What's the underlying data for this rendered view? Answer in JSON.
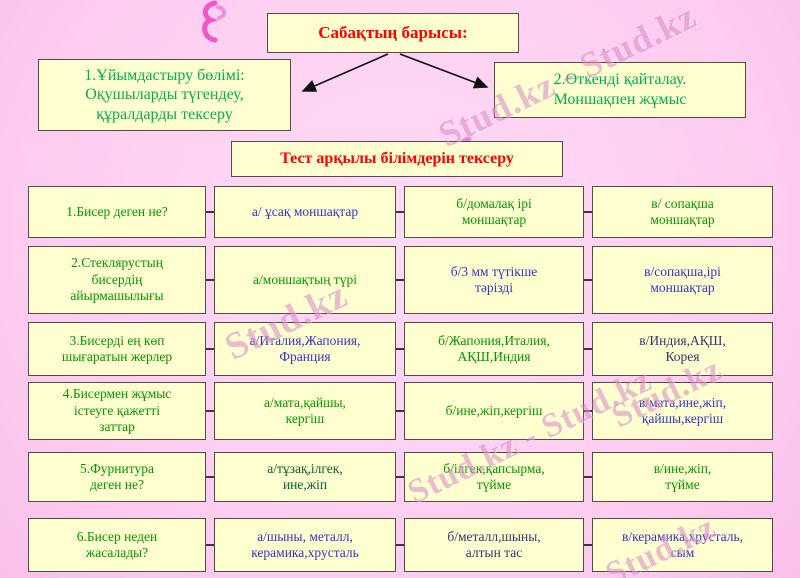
{
  "slide": {
    "title": "Сабақтың барысы:",
    "branch_left": "1.Ұйымдастыру бөлімі:\nОқушыларды түгендеу,\nқұралдарды тексеру",
    "branch_right": "2.Өткенді қайталау.\nМоншақпен жұмыс",
    "test_title": "Тест арқылы білімдерін тексеру"
  },
  "watermarks": {
    "w1": "Stud.kz - Stud.kz",
    "w2": "Stud.kz",
    "w3": "Stud.kz",
    "w4": "Stud.kz - Stud.kz",
    "w5": "Stud.kz"
  },
  "palette": {
    "background": "#fdccf0",
    "box_fill": "#ffffcf",
    "box_border": "#4d4d4d",
    "title_red": "#ff0000",
    "branch_green": "#00b050",
    "question_green": "#009900",
    "answer_blue": "#3333cc",
    "answer_navy": "#333377",
    "answer_dark_green": "#006633",
    "watermark_pink": "#ce5eb0"
  },
  "quiz": {
    "rows": [
      {
        "q": {
          "text": "1.Бисер деген не?",
          "color": "#009900"
        },
        "a": {
          "text": "а/ ұсақ моншақтар",
          "color": "#3333cc"
        },
        "b": {
          "text": "б/домалақ ірі\nмоншақтар",
          "color": "#009900"
        },
        "c": {
          "text": "в/ сопақша\nмоншақтар",
          "color": "#009900"
        }
      },
      {
        "q": {
          "text": "2.Стеклярустың\nбисердің\nайырмашылығы",
          "color": "#009900"
        },
        "a": {
          "text": "а/моншақтың түрі",
          "color": "#009900"
        },
        "b": {
          "text": "б/3 мм түтікше\nтәрізді",
          "color": "#3333cc"
        },
        "c": {
          "text": "в/сопақша,ірі\nмоншақтар",
          "color": "#3333cc"
        }
      },
      {
        "q": {
          "text": "3.Бисерді ең көп\nшығаратын жерлер",
          "color": "#009900"
        },
        "a": {
          "text": "а/Италия,Жапония,\nФранция",
          "color": "#3333cc"
        },
        "b": {
          "text": "б/Жапония,Италия,\nАҚШ,Индия",
          "color": "#009900"
        },
        "c": {
          "text": "в/Индия,АҚШ,\nКорея",
          "color": "#333377"
        }
      },
      {
        "q": {
          "text": "4.Бисермен жұмыс\nістеуге қажетті\nзаттар",
          "color": "#009900"
        },
        "a": {
          "text": "а/мата,қайшы,\nкергіш",
          "color": "#009900"
        },
        "b": {
          "text": "б/ине,жіп,кергіш",
          "color": "#009900"
        },
        "c": {
          "text": "в/мата,ине,жіп,\nқайшы,кергіш",
          "color": "#3333cc"
        }
      },
      {
        "q": {
          "text": "5.Фурнитура\nдеген не?",
          "color": "#009900"
        },
        "a": {
          "text": "а/тұзақ,ілгек,\nине,жіп",
          "color": "#006633"
        },
        "b": {
          "text": "б/ілгек,қапсырма,\nтүйме",
          "color": "#009900"
        },
        "c": {
          "text": "в/ине,жіп,\nтүйме",
          "color": "#009900"
        }
      },
      {
        "q": {
          "text": "6.Бисер неден\nжасалады?",
          "color": "#009900"
        },
        "a": {
          "text": "а/шыны, металл,\nкерамика,хрусталь",
          "color": "#3333cc"
        },
        "b": {
          "text": "б/металл,шыны,\nалтын тас",
          "color": "#333377"
        },
        "c": {
          "text": "в/керамика,хрусталь,\nсым",
          "color": "#3333cc"
        }
      }
    ]
  }
}
